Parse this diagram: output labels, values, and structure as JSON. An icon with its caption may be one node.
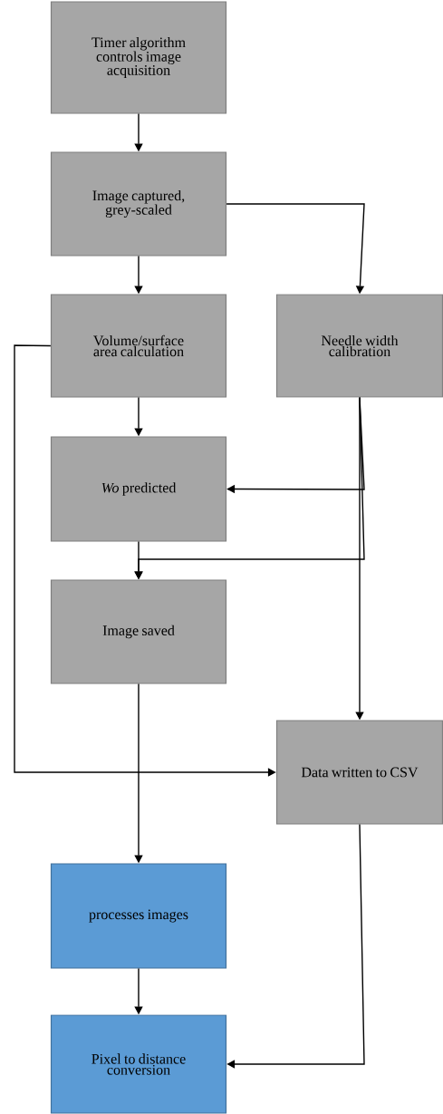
{
  "diagram": {
    "nodes": [
      {
        "text": [
          "Timer algorithm controls image acquisition"
        ]
      },
      {
        "text": [
          "Image captured, grey-scaled"
        ]
      },
      {
        "text": [
          "Volume/surface area calculation"
        ]
      },
      {
        "text": [
          "Needle width calibration"
        ]
      },
      {
        "text": [
          "*Wo* predicted"
        ]
      },
      {
        "text": [
          "Image saved"
        ]
      },
      {
        "text": [
          "Data written to CSV"
        ]
      },
      {
        "text": [
          "processes images"
        ]
      },
      {
        "text": [
          "Pixel to distance conversion"
        ]
      }
    ],
    "edges": [
      {
        "from": 0,
        "to": 1,
        "arrow": "to"
      },
      {
        "from": 1,
        "to": 2,
        "arrow": "to"
      },
      {
        "from": 1,
        "to": 3,
        "arrow": "to"
      },
      {
        "from": 2,
        "to": 4,
        "arrow": "to"
      },
      {
        "from": 3,
        "to": 4,
        "arrow": "to"
      },
      {
        "from": 4,
        "to": 5,
        "arrow": "to"
      },
      {
        "from": 3,
        "to": 5,
        "arrow": "to"
      },
      {
        "from": 3,
        "to": 6,
        "arrow": "to"
      },
      {
        "from": 2,
        "to": 6,
        "arrow": "to"
      },
      {
        "from": 5,
        "to": 7,
        "arrow": "to"
      },
      {
        "from": 7,
        "to": 8,
        "arrow": "to"
      },
      {
        "from": 6,
        "to": 8,
        "arrow": "to"
      }
    ]
  }
}
